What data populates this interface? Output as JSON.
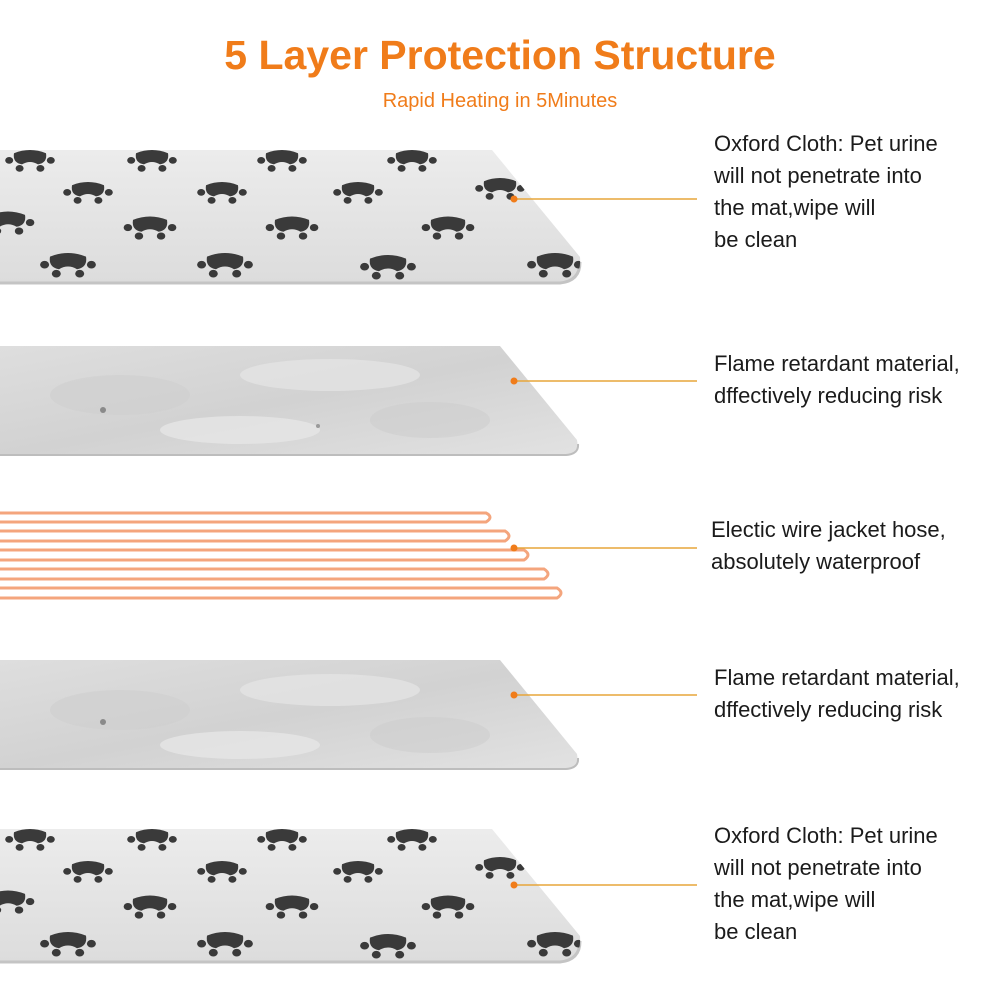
{
  "header": {
    "title": "5 Layer Protection Structure",
    "subtitle": "Rapid Heating in 5Minutes"
  },
  "colors": {
    "accent": "#f07c1a",
    "leader": "#e7a53a",
    "wire": "#f4a57d",
    "paw": "#3a3a3a",
    "cloth": "#e4e4e4",
    "felt": "#d9d9d9"
  },
  "layers": [
    {
      "material": "oxford-cloth",
      "icon": "paw-print-icon",
      "lines": [
        "Oxford Cloth: Pet urine",
        "will not penetrate into",
        "the mat,wipe will",
        "be clean"
      ]
    },
    {
      "material": "flame-retardant-felt",
      "lines": [
        "Flame retardant material,",
        "dffectively reducing risk"
      ]
    },
    {
      "material": "heating-wire",
      "lines": [
        "Electic wire jacket hose,",
        "absolutely waterproof"
      ]
    },
    {
      "material": "flame-retardant-felt",
      "lines": [
        "Flame retardant material,",
        "dffectively reducing risk"
      ]
    },
    {
      "material": "oxford-cloth",
      "icon": "paw-print-icon",
      "lines": [
        "Oxford Cloth: Pet urine",
        "will not penetrate into",
        "the mat,wipe will",
        "be clean"
      ]
    }
  ]
}
